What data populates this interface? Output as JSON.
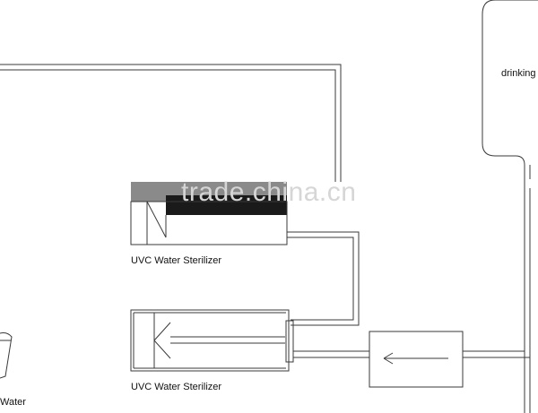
{
  "labels": {
    "sterilizer_top": "UVC Water Sterilizer",
    "sterilizer_bottom": "UVC Water Sterilizer",
    "drinking": "drinking",
    "water_left": "Water"
  },
  "watermark": "trade.china.cn",
  "colors": {
    "line": "#3a3a3a",
    "lamp_dark": "#1a1a1a",
    "lamp_band": "#8a8a8a",
    "watermark": "#d6d6d6"
  }
}
